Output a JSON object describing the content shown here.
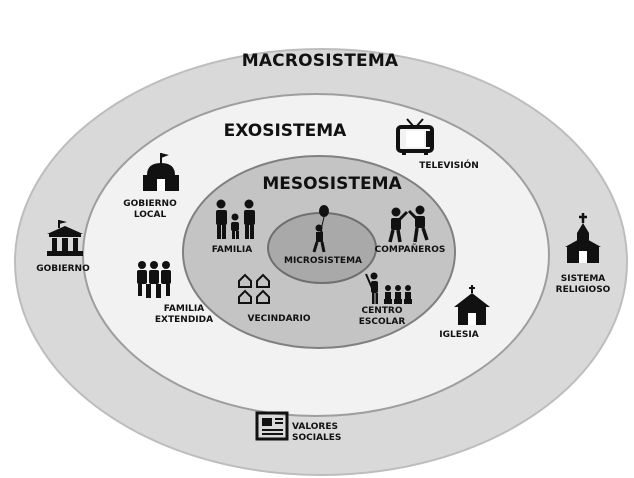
{
  "layers": {
    "macro": "MACROSISTEMA",
    "exo": "EXOSISTEMA",
    "meso": "MESOSISTEMA",
    "micro": "MICROSISTEMA"
  },
  "items": {
    "familia": "FAMILIA",
    "companeros": "COMPAÑEROS",
    "vecindario": "VECINDARIO",
    "centro_escolar": "CENTRO\nESCOLAR",
    "gobierno_local": "GOBIERNO\nLOCAL",
    "television": "TELEVISIÓN",
    "familia_extendida": "FAMILIA\nEXTENDIDA",
    "iglesia": "IGLESIA",
    "gobierno": "GOBIERNO",
    "sistema_religioso": "SISTEMA\nRELIGIOSO",
    "valores_sociales": "VALORES\nSOCIALES"
  },
  "colors": {
    "macro_fill": "#d9d9d9",
    "exo_fill": "#f2f2f2",
    "meso_fill": "#c4c4c4",
    "micro_fill": "#a9a9a9",
    "icon": "#111111"
  },
  "icons": [
    "government-building-icon",
    "town-hall-icon",
    "tv-icon",
    "family-icon",
    "peers-icon",
    "person-balloon-icon",
    "houses-icon",
    "teacher-class-icon",
    "extended-family-icon",
    "church-icon",
    "newspaper-icon"
  ]
}
